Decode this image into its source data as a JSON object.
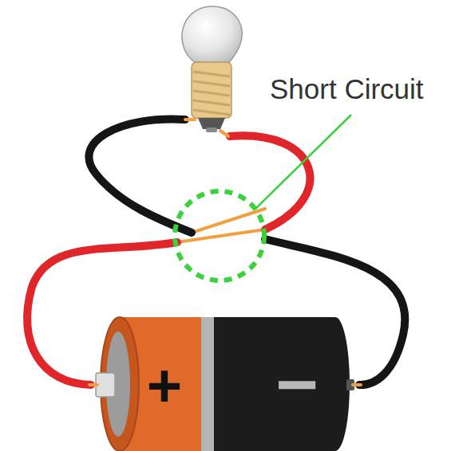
{
  "diagram": {
    "nodes": [
      {
        "text": [
          "+",
          "−"
        ]
      }
    ],
    "labels": [
      "Short Circuit"
    ]
  }
}
